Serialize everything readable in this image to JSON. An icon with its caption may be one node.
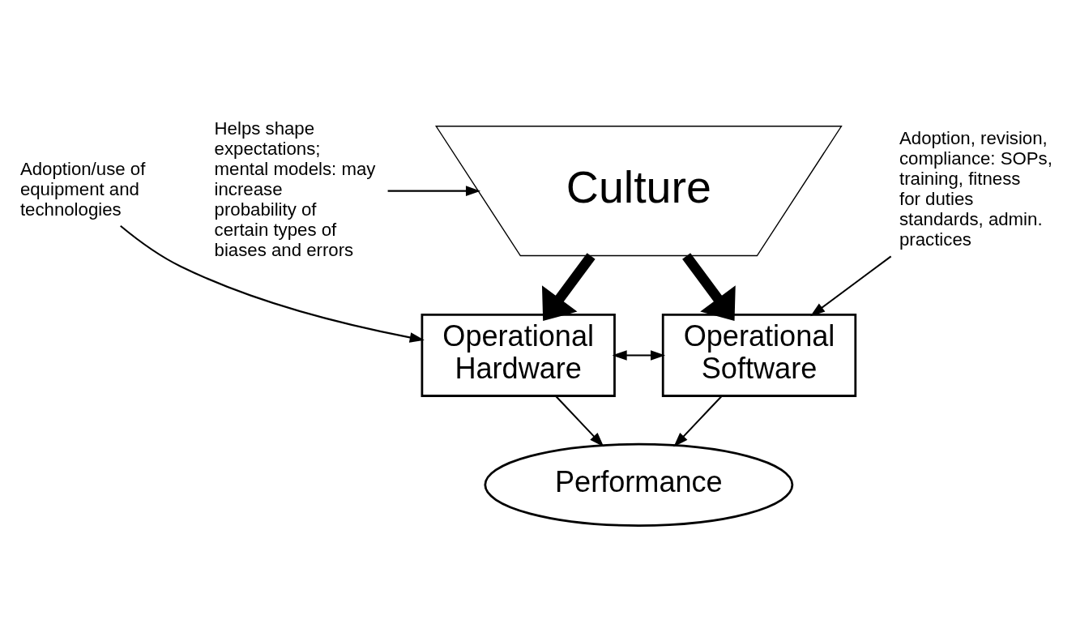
{
  "diagram": {
    "nodes": [
      {
        "text": [
          "Culture"
        ]
      },
      {
        "text": [
          "Helps shape expectations; mental models: may increase probability of certain types of biases and errors"
        ]
      },
      {
        "text": [
          "Adoption/use of equipment and technologies"
        ]
      },
      {
        "text": [
          "Adoption, revision, compliance: SOPs, training, fitness for duties standards, admin. practices"
        ]
      },
      {
        "text": [
          "Operational Hardware"
        ]
      },
      {
        "text": [
          "Operational Software"
        ]
      },
      {
        "text": [
          "Performance"
        ]
      }
    ],
    "edges": [
      {
        "from": 1,
        "to": 0,
        "arrow": "to"
      },
      {
        "from": 0,
        "to": 4,
        "arrow": "to",
        "style": "thick"
      },
      {
        "from": 0,
        "to": 5,
        "arrow": "to",
        "style": "thick"
      },
      {
        "from": 2,
        "to": 4,
        "arrow": "to"
      },
      {
        "from": 3,
        "to": 5,
        "arrow": "to"
      },
      {
        "from": 4,
        "to": 5,
        "arrow": "both"
      },
      {
        "from": 4,
        "to": 6,
        "arrow": "to"
      },
      {
        "from": 5,
        "to": 6,
        "arrow": "to"
      }
    ]
  }
}
